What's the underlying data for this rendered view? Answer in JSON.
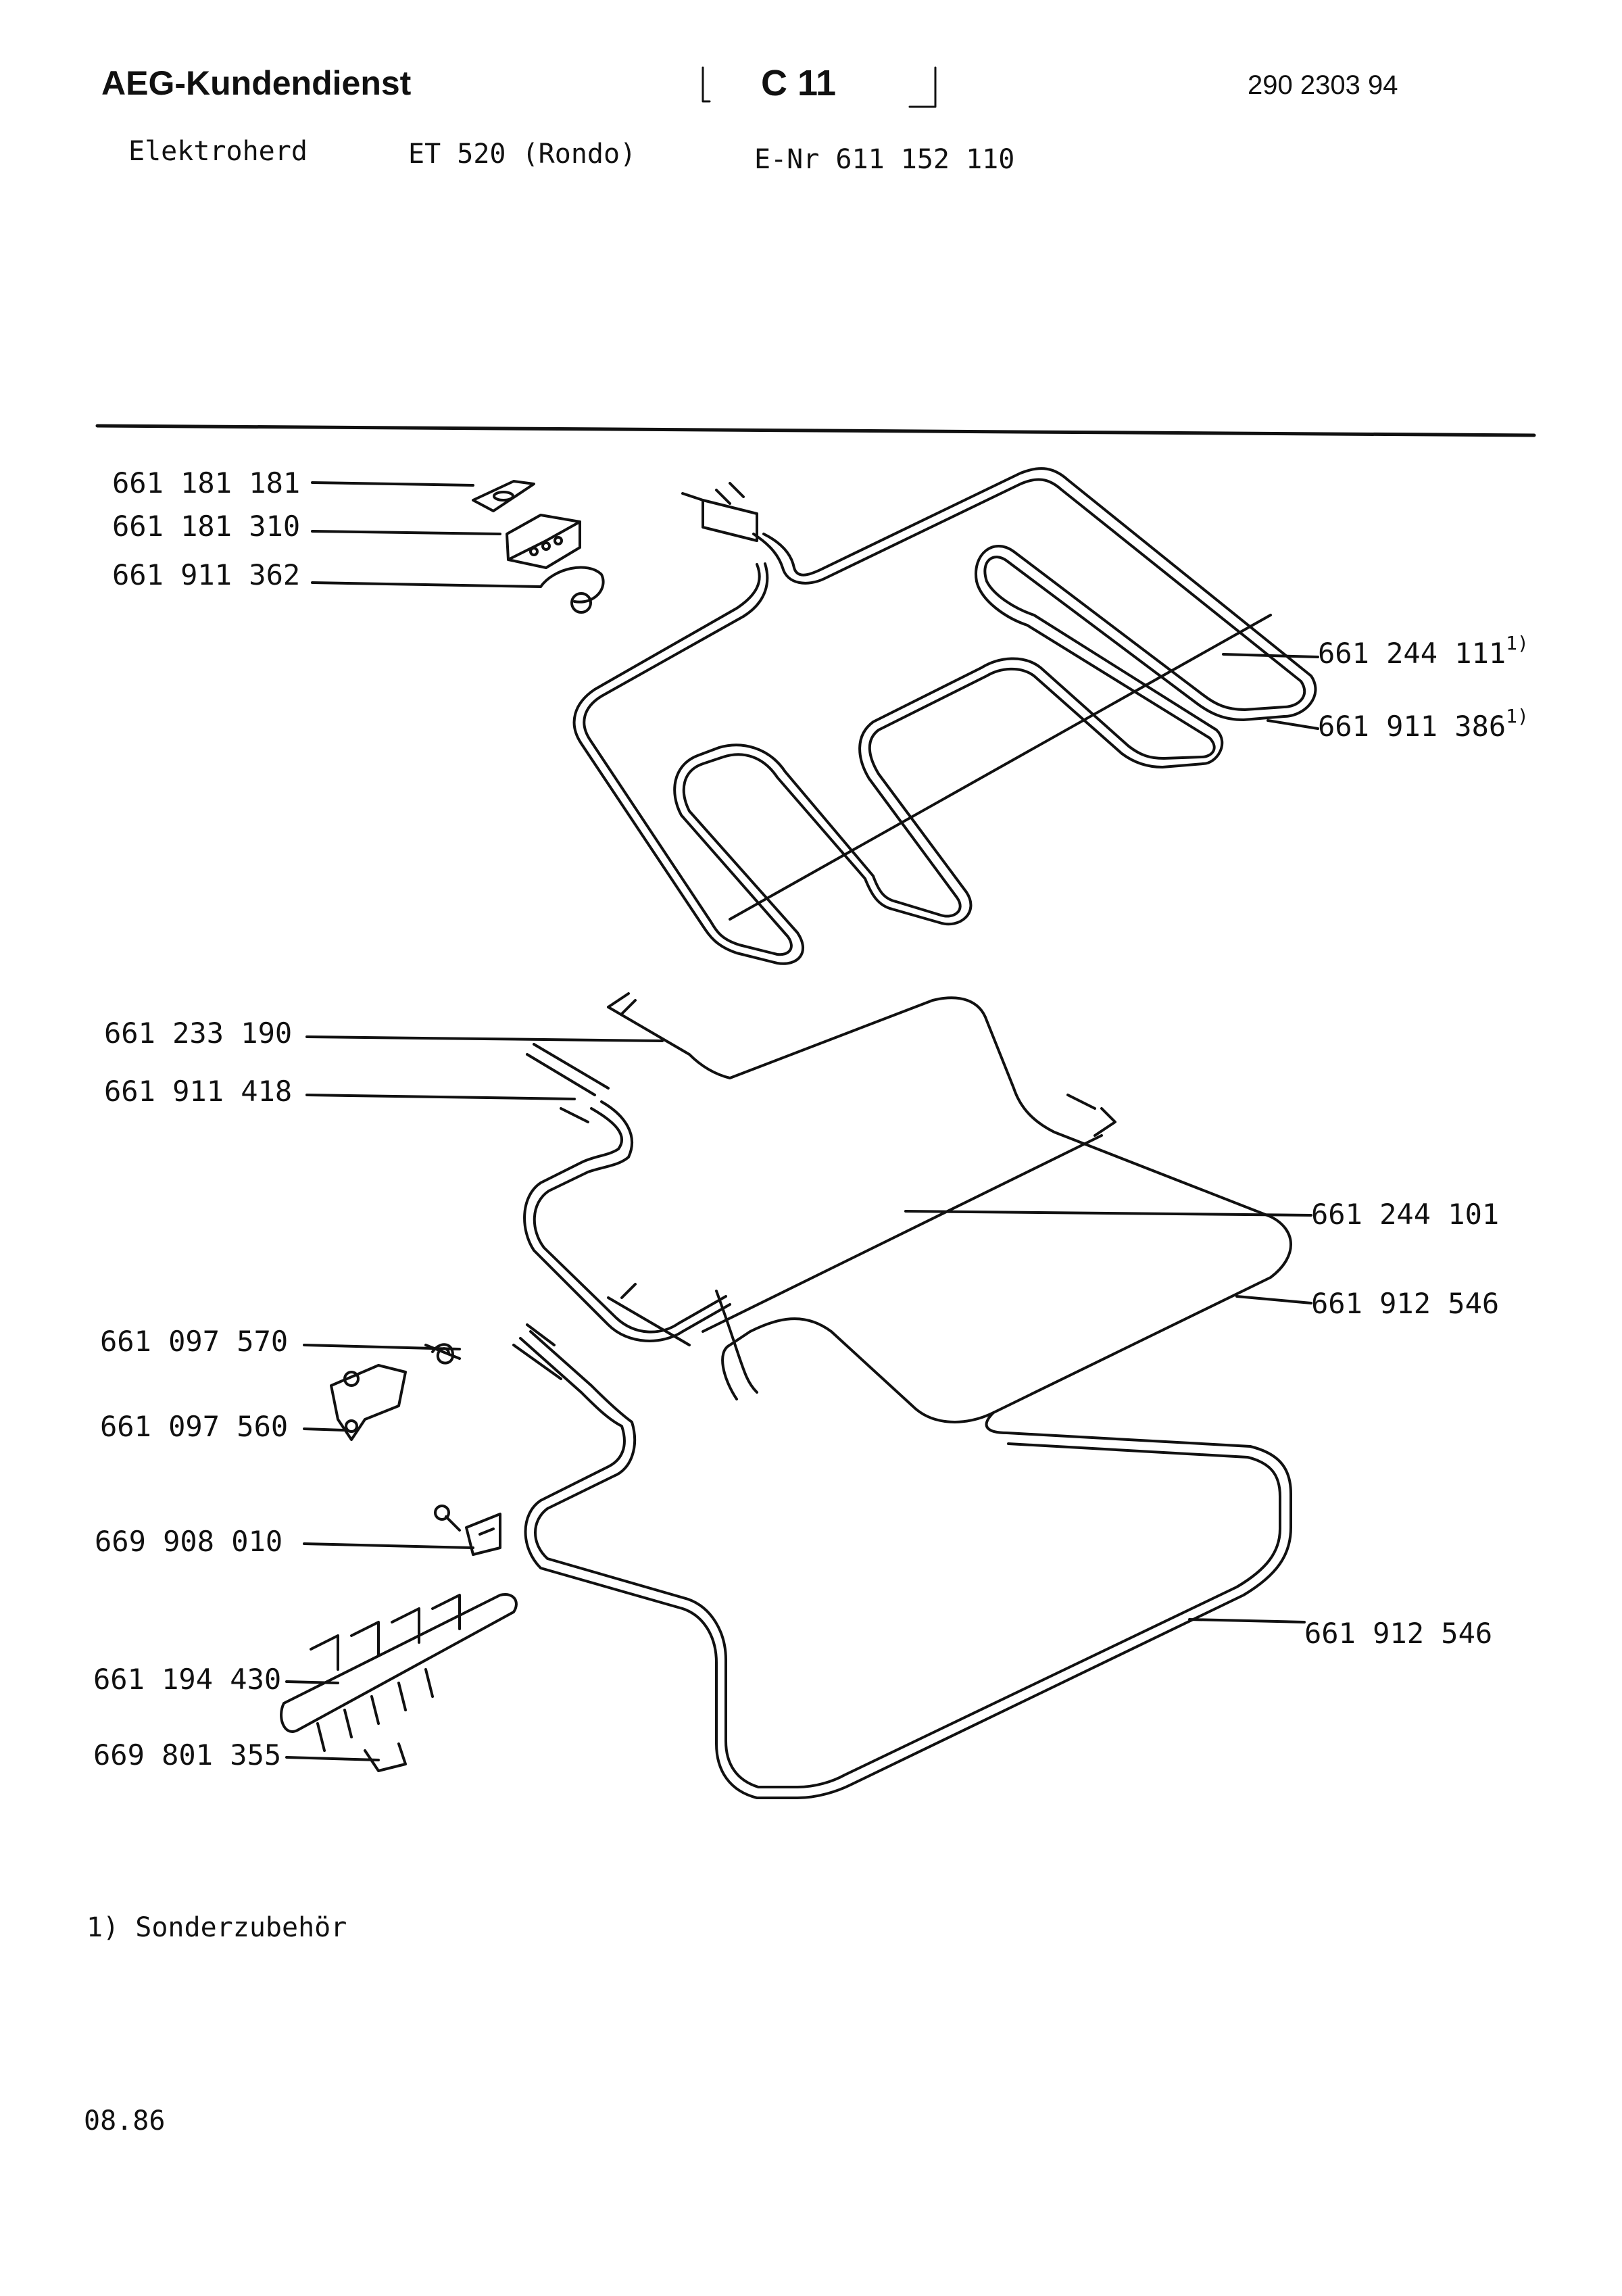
{
  "header": {
    "brand": "AEG-Kundendienst",
    "section_code": "C 11",
    "document_number": "290 2303 94",
    "product_type": "Elektroherd",
    "model": "ET 520 (Rondo)",
    "e_number": "E-Nr 611 152 110"
  },
  "parts": {
    "top_left": [
      "661 181 181",
      "661 181 310",
      "661 911 362"
    ],
    "top_right": [
      {
        "number": "661 244 111",
        "mark": "1)"
      },
      {
        "number": "661 911 386",
        "mark": "1)"
      }
    ],
    "bottom_left": [
      "661 233 190",
      "661 911 418",
      "661 097 570",
      "661 097 560",
      "669 908 010",
      "661 194 430",
      "669 801 355"
    ],
    "bottom_right": [
      "661 244 101",
      "661 912 546",
      "661 912 546"
    ]
  },
  "footnote": "1) Sonderzubehör",
  "date": "08.86"
}
